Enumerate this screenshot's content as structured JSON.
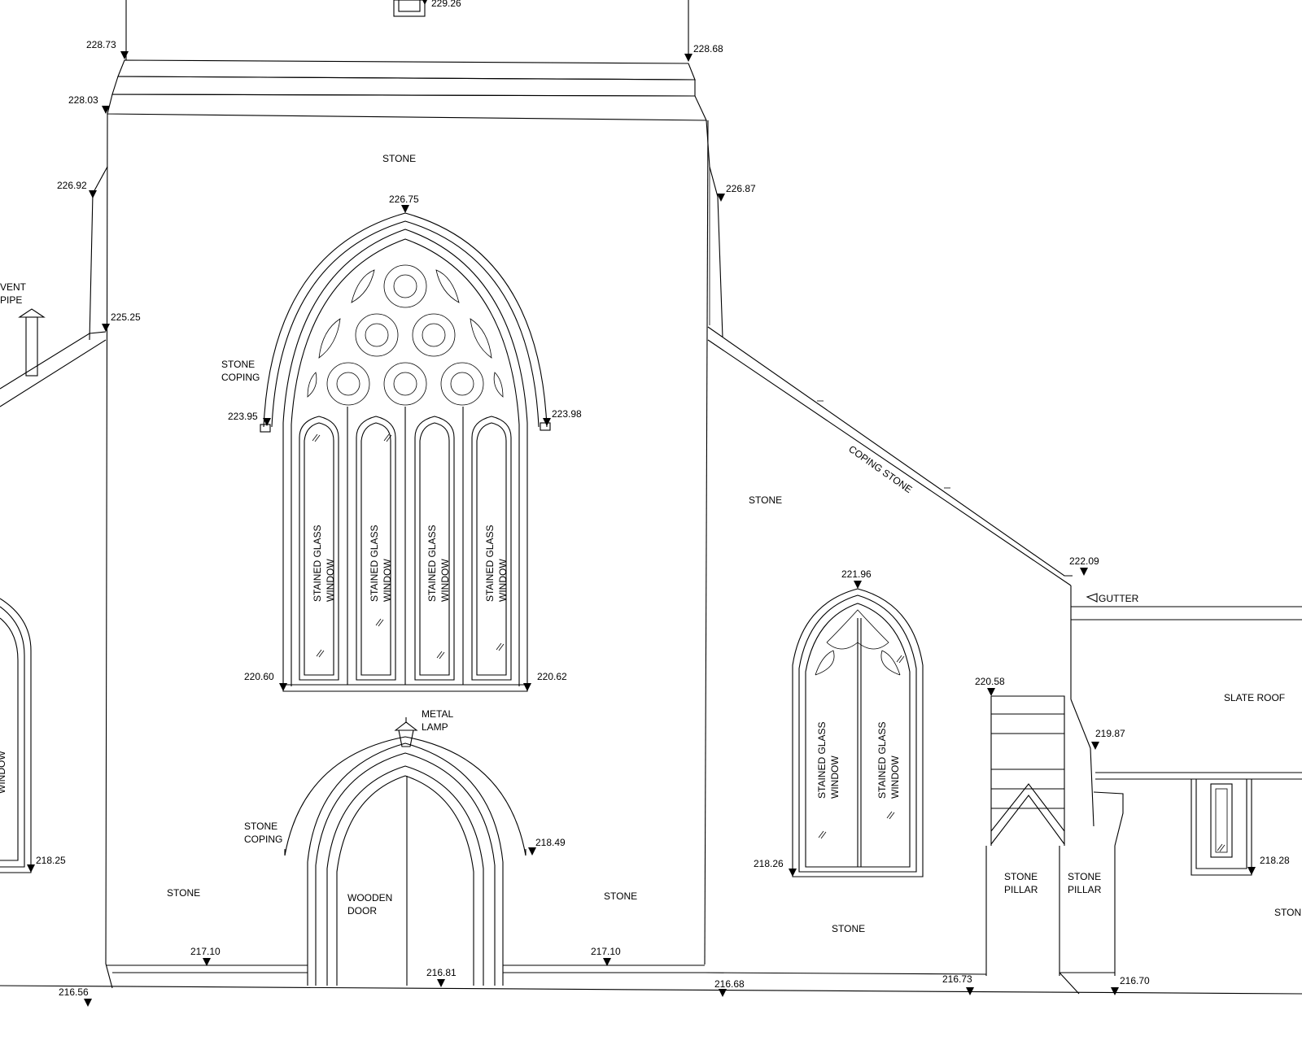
{
  "drawing": {
    "levels": [
      {
        "id": "lvl-22926",
        "label": "229.26"
      },
      {
        "id": "lvl-22873",
        "label": "228.73"
      },
      {
        "id": "lvl-22868",
        "label": "228.68"
      },
      {
        "id": "lvl-22803",
        "label": "228.03"
      },
      {
        "id": "lvl-22692",
        "label": "226.92"
      },
      {
        "id": "lvl-22687",
        "label": "226.87"
      },
      {
        "id": "lvl-22675",
        "label": "226.75"
      },
      {
        "id": "lvl-22525",
        "label": "225.25"
      },
      {
        "id": "lvl-22395",
        "label": "223.95"
      },
      {
        "id": "lvl-22398",
        "label": "223.98"
      },
      {
        "id": "lvl-22060",
        "label": "220.60"
      },
      {
        "id": "lvl-22062",
        "label": "220.62"
      },
      {
        "id": "lvl-22209",
        "label": "222.09"
      },
      {
        "id": "lvl-22196",
        "label": "221.96"
      },
      {
        "id": "lvl-22058",
        "label": "220.58"
      },
      {
        "id": "lvl-21987",
        "label": "219.87"
      },
      {
        "id": "lvl-21849",
        "label": "218.49"
      },
      {
        "id": "lvl-21825",
        "label": "218.25"
      },
      {
        "id": "lvl-21826",
        "label": "218.26"
      },
      {
        "id": "lvl-21828",
        "label": "218.28"
      },
      {
        "id": "lvl-21710a",
        "label": "217.10"
      },
      {
        "id": "lvl-21710b",
        "label": "217.10"
      },
      {
        "id": "lvl-21681",
        "label": "216.81"
      },
      {
        "id": "lvl-21656",
        "label": "216.56"
      },
      {
        "id": "lvl-21668",
        "label": "216.68"
      },
      {
        "id": "lvl-21673",
        "label": "216.73"
      },
      {
        "id": "lvl-21670",
        "label": "216.70"
      }
    ],
    "labels": {
      "stone_top": "STONE",
      "vent_1": "VENT",
      "vent_2": "PIPE",
      "coping_1_a": "STONE",
      "coping_1_b": "COPING",
      "coping_2_a": "STONE",
      "coping_2_b": "COPING",
      "glass_a": "STAINED GLASS",
      "glass_b": "WINDOW",
      "metal_1": "METAL",
      "metal_2": "LAMP",
      "door_1": "WOODEN",
      "door_2": "DOOR",
      "stone_left": "STONE",
      "stone_mid": "STONE",
      "stone_right": "STONE",
      "stone_chapel": "STONE",
      "stone_lower": "STONE",
      "stone_edge": "STON",
      "coping_stone": "COPING STONE",
      "gutter": "GUTTER",
      "slate_roof": "SLATE ROOF",
      "pillar_1_a": "STONE",
      "pillar_1_b": "PILLAR",
      "pillar_2_a": "STONE",
      "pillar_2_b": "PILLAR"
    }
  }
}
